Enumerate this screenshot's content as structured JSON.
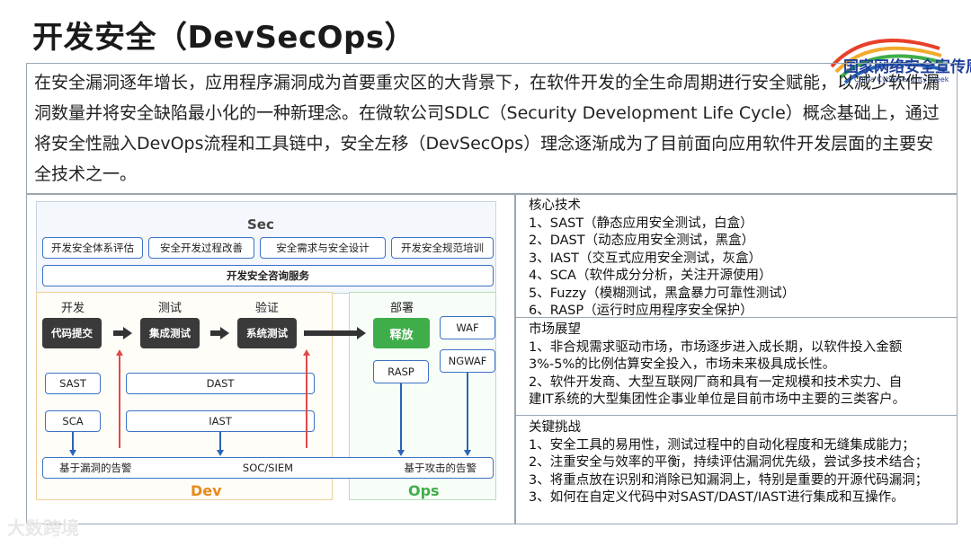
{
  "title": "开发安全（DevSecOps）",
  "logo": {
    "cn": "国家网络安全宣传周",
    "en": "China Cybersecurity Week"
  },
  "intro": "在安全漏洞逐年增长，应用程序漏洞成为首要重灾区的大背景下，在软件开发的全生命周期进行安全赋能，以减少软件漏洞数量并将安全缺陷最小化的一种新理念。在微软公司SDLC（Security Development Life Cycle）概念基础上，通过将安全性融入DevOps流程和工具链中，安全左移（DevSecOps）理念逐渐成为了目前面向应用软件开发层面的主要安全技术之一。",
  "diagram": {
    "sec_title": "Sec",
    "sec_items": [
      "开发安全体系评估",
      "安全开发过程改善",
      "安全需求与安全设计",
      "开发安全规范培训"
    ],
    "consult": "开发安全咨询服务",
    "stages": {
      "dev": "开发",
      "test": "测试",
      "verify": "验证",
      "deploy": "部署"
    },
    "steps": {
      "commit": "代码提交",
      "integration": "集成测试",
      "system": "系统测试",
      "release": "释放"
    },
    "waf": "WAF",
    "ngwaf": "NGWAF",
    "rasp": "RASP",
    "sast": "SAST",
    "dast": "DAST",
    "sca": "SCA",
    "iast": "IAST",
    "alert_vuln": "基于漏洞的告警",
    "soc": "SOC/SIEM",
    "alert_attack": "基于攻击的告警",
    "dev_label": "Dev",
    "ops_label": "Ops",
    "colors": {
      "dev": "#e8891a",
      "ops": "#3fae4a",
      "box_border": "#3b73c4"
    }
  },
  "core": {
    "heading": "核心技术",
    "items": [
      "1、SAST（静态应用安全测试，白盒）",
      "2、DAST（动态应用安全测试，黑盒）",
      "3、IAST（交互式应用安全测试，灰盒）",
      "4、SCA（软件成分分析，关注开源使用）",
      "5、Fuzzy（模糊测试，黑盒暴力可靠性测试）",
      "6、RASP（运行时应用程序安全保护）"
    ]
  },
  "market": {
    "heading": "市场展望",
    "items": [
      "1、非合规需求驱动市场，市场逐步进入成长期，以软件投入金额",
      "3%-5%的比例估算安全投入，市场未来极具成长性。",
      "2、软件开发商、大型互联网厂商和具有一定规模和技术实力、自",
      "建IT系统的大型集团性企事业单位是目前市场中主要的三类客户。"
    ]
  },
  "challenge": {
    "heading": "关键挑战",
    "items": [
      "1、安全工具的易用性，测试过程中的自动化程度和无缝集成能力；",
      "2、注重安全与效率的平衡，持续评估漏洞优先级，尝试多技术结合；",
      "3、将重点放在识别和消除已知漏洞上，特别是重要的开源代码漏洞；",
      "3、如何在自定义代码中对SAST/DAST/IAST进行集成和互操作。"
    ]
  },
  "watermark": "大数跨境"
}
